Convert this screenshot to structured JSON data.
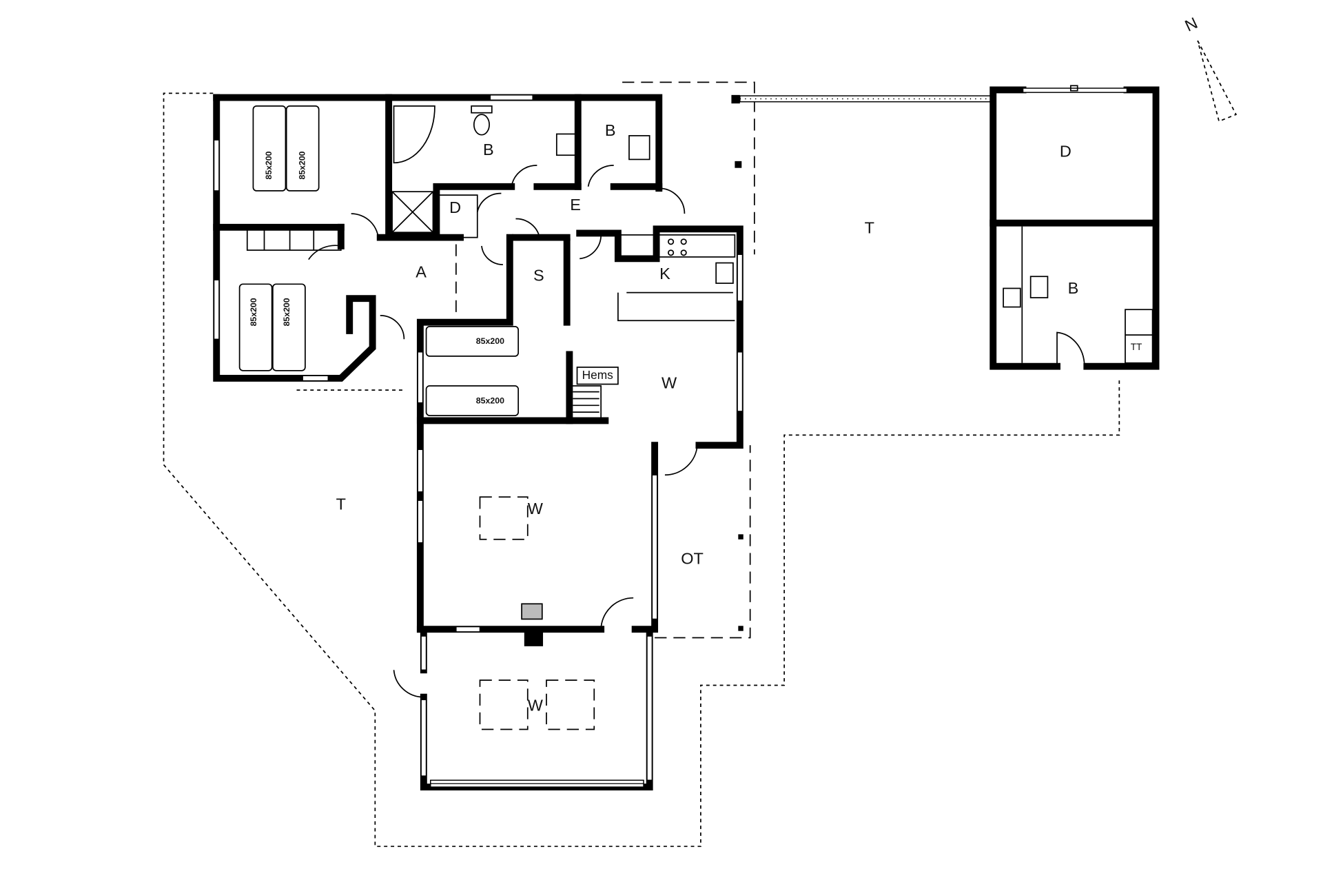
{
  "compass": {
    "label": "N"
  },
  "rooms": {
    "bathroom_1": "B",
    "bathroom_2": "B",
    "depot_hall": "D",
    "entrance": "E",
    "hall": "A",
    "storage": "S",
    "kitchen": "K",
    "loft": "Hems",
    "living_1": "W",
    "living_2": "W",
    "living_3": "W",
    "covered_terrace": "OT",
    "terrace_west": "T",
    "terrace_north": "T",
    "annex_depot": "D",
    "annex_bathroom": "B",
    "annex_toilet": "TT"
  },
  "beds": [
    "85x200",
    "85x200",
    "85x200",
    "85x200",
    "85x200",
    "85x200"
  ]
}
